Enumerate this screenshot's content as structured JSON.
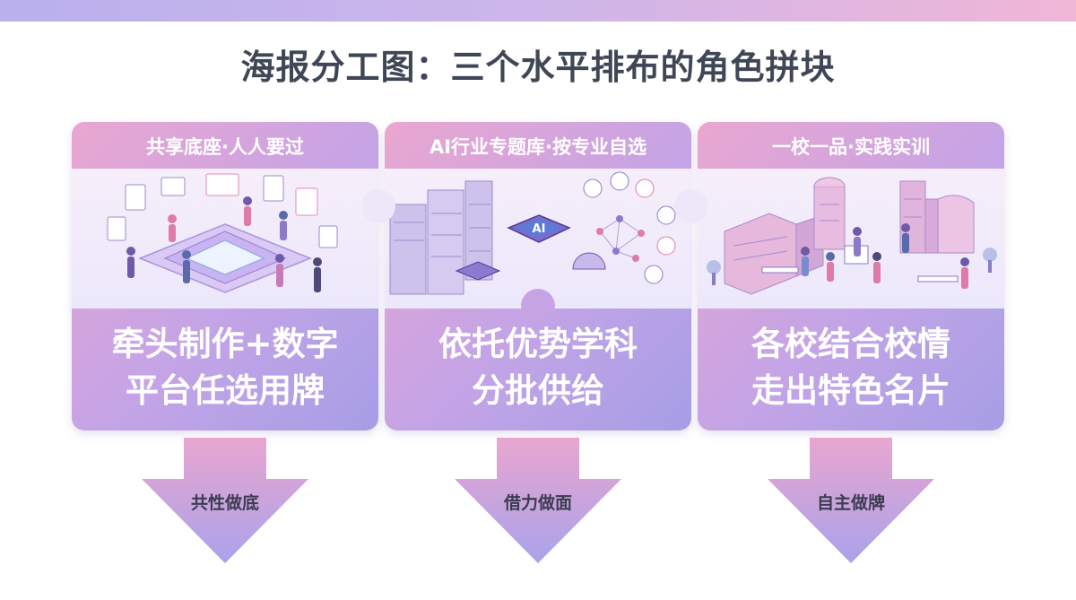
{
  "title": "海报分工图：三个水平排布的角色拼块",
  "panels": [
    {
      "header": "共享底座·人人要过",
      "body_line1": "牵头制作+数字",
      "body_line2": "平台任选用牌",
      "arrow_label": "共性做底"
    },
    {
      "header": "AI行业专题库·按专业自选",
      "body_line1": "依托优势学科",
      "body_line2": "分批供给",
      "chip_label": "AI",
      "arrow_label": "借力做面"
    },
    {
      "header": "一校一品·实践实训",
      "body_line1": "各校结合校情",
      "body_line2": "走出特色名片",
      "arrow_label": "自主做牌"
    }
  ],
  "colors": {
    "panel_pink": "#eaa6d0",
    "panel_lavender": "#a69ee6",
    "title_text": "#3f4656",
    "arrow_label_text": "#3c3c50"
  }
}
